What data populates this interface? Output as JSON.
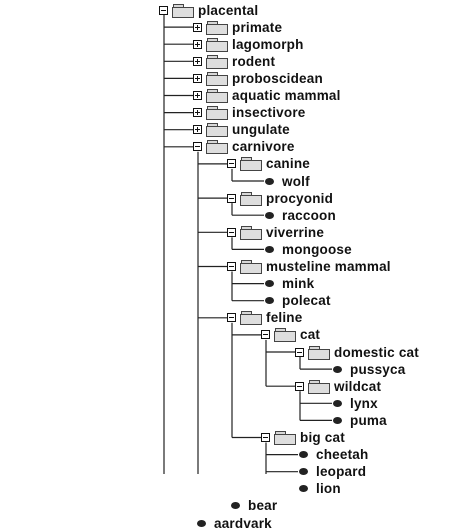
{
  "tree": {
    "nodes": [
      {
        "id": "placental",
        "label": "placental",
        "type": "folder",
        "expanded": true,
        "depth": 0,
        "parent": null
      },
      {
        "id": "primate",
        "label": "primate",
        "type": "folder",
        "expanded": false,
        "depth": 1,
        "parent": "placental"
      },
      {
        "id": "lagomorph",
        "label": "lagomorph",
        "type": "folder",
        "expanded": false,
        "depth": 1,
        "parent": "placental"
      },
      {
        "id": "rodent",
        "label": "rodent",
        "type": "folder",
        "expanded": false,
        "depth": 1,
        "parent": "placental"
      },
      {
        "id": "proboscidean",
        "label": "proboscidean",
        "type": "folder",
        "expanded": false,
        "depth": 1,
        "parent": "placental"
      },
      {
        "id": "aquatic-mammal",
        "label": "aquatic mammal",
        "type": "folder",
        "expanded": false,
        "depth": 1,
        "parent": "placental"
      },
      {
        "id": "insectivore",
        "label": "insectivore",
        "type": "folder",
        "expanded": false,
        "depth": 1,
        "parent": "placental"
      },
      {
        "id": "ungulate",
        "label": "ungulate",
        "type": "folder",
        "expanded": false,
        "depth": 1,
        "parent": "placental"
      },
      {
        "id": "carnivore",
        "label": "carnivore",
        "type": "folder",
        "expanded": true,
        "depth": 1,
        "parent": "placental"
      },
      {
        "id": "canine",
        "label": "canine",
        "type": "folder",
        "expanded": true,
        "depth": 2,
        "parent": "carnivore"
      },
      {
        "id": "wolf",
        "label": "wolf",
        "type": "leaf",
        "depth": 3,
        "parent": "canine"
      },
      {
        "id": "procyonid",
        "label": "procyonid",
        "type": "folder",
        "expanded": true,
        "depth": 2,
        "parent": "carnivore"
      },
      {
        "id": "raccoon",
        "label": "raccoon",
        "type": "leaf",
        "depth": 3,
        "parent": "procyonid"
      },
      {
        "id": "viverrine",
        "label": "viverrine",
        "type": "folder",
        "expanded": true,
        "depth": 2,
        "parent": "carnivore"
      },
      {
        "id": "mongoose",
        "label": "mongoose",
        "type": "leaf",
        "depth": 3,
        "parent": "viverrine"
      },
      {
        "id": "musteline-mammal",
        "label": "musteline mammal",
        "type": "folder",
        "expanded": true,
        "depth": 2,
        "parent": "carnivore"
      },
      {
        "id": "mink",
        "label": "mink",
        "type": "leaf",
        "depth": 3,
        "parent": "musteline-mammal"
      },
      {
        "id": "polecat",
        "label": "polecat",
        "type": "leaf",
        "depth": 3,
        "parent": "musteline-mammal"
      },
      {
        "id": "feline",
        "label": "feline",
        "type": "folder",
        "expanded": true,
        "depth": 2,
        "parent": "carnivore"
      },
      {
        "id": "cat",
        "label": "cat",
        "type": "folder",
        "expanded": true,
        "depth": 3,
        "parent": "feline"
      },
      {
        "id": "domestic-cat",
        "label": "domestic cat",
        "type": "folder",
        "expanded": true,
        "depth": 4,
        "parent": "cat"
      },
      {
        "id": "pussycat",
        "label": "pussyca",
        "type": "leaf",
        "depth": 5,
        "parent": "domestic-cat"
      },
      {
        "id": "wildcat",
        "label": "wildcat",
        "type": "folder",
        "expanded": true,
        "depth": 4,
        "parent": "cat"
      },
      {
        "id": "lynx",
        "label": "lynx",
        "type": "leaf",
        "depth": 5,
        "parent": "wildcat"
      },
      {
        "id": "puma",
        "label": "puma",
        "type": "leaf",
        "depth": 5,
        "parent": "wildcat"
      },
      {
        "id": "big-cat",
        "label": "big cat",
        "type": "folder",
        "expanded": true,
        "depth": 3,
        "parent": "feline"
      },
      {
        "id": "cheetah",
        "label": "cheetah",
        "type": "leaf",
        "depth": 4,
        "parent": "big-cat"
      },
      {
        "id": "leopard",
        "label": "leopard",
        "type": "leaf",
        "depth": 4,
        "parent": "big-cat"
      },
      {
        "id": "lion",
        "label": "lion",
        "type": "leaf",
        "depth": 4,
        "parent": "big-cat"
      },
      {
        "id": "bear",
        "label": "bear",
        "type": "leaf",
        "depth": 2,
        "parent": "carnivore"
      },
      {
        "id": "aardvark",
        "label": "aardvark",
        "type": "leaf",
        "depth": 1,
        "parent": "placental"
      }
    ]
  },
  "icons": {
    "folder": "folder-icon",
    "leaf": "leaf-dot-icon",
    "expand": "plus-box-icon",
    "collapse": "minus-box-icon"
  },
  "colors": {
    "line": "#222222",
    "folder_fill": "#dedede",
    "text": "#111111"
  }
}
